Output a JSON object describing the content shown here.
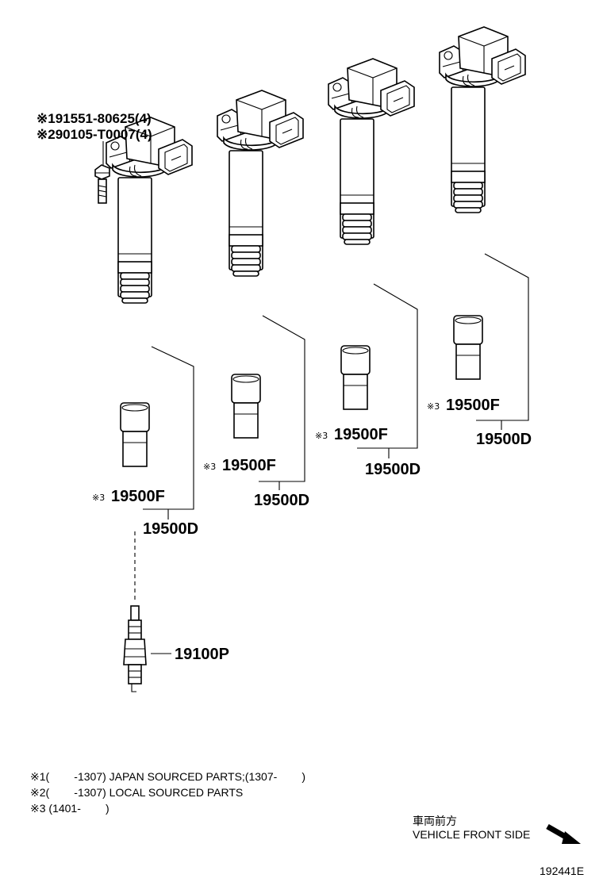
{
  "bolts": {
    "bolt_1": "※191551-80625(4)",
    "bolt_2": "※290105-T0007(4)"
  },
  "coils": [
    {
      "boot_mark": "※3",
      "boot_part": "19500F",
      "assembly_part": "19500D"
    },
    {
      "boot_mark": "※3",
      "boot_part": "19500F",
      "assembly_part": "19500D"
    },
    {
      "boot_mark": "※3",
      "boot_part": "19500F",
      "assembly_part": "19500D"
    },
    {
      "boot_mark": "※3",
      "boot_part": "19500F",
      "assembly_part": "19500D"
    }
  ],
  "spark_plug": {
    "part": "19100P"
  },
  "notes": [
    "※1(        -1307) JAPAN SOURCED PARTS;(1307-        )",
    "※2(        -1307) LOCAL SOURCED PARTS",
    "※3 (1401-        )"
  ],
  "direction": {
    "jp": "車両前方",
    "en": "VEHICLE FRONT SIDE"
  },
  "figure_id": "192441E"
}
